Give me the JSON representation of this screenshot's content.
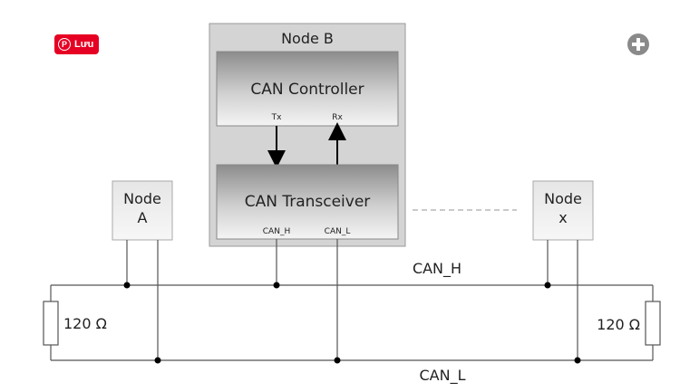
{
  "overlay": {
    "pin_label": "Lưu",
    "zoom_icon": "zoom-in-icon",
    "pin_color": "#e60023"
  },
  "diagram": {
    "node_b_title": "Node B",
    "controller_label": "CAN Controller",
    "tx_label": "Tx",
    "rx_label": "Rx",
    "transceiver_label": "CAN Transceiver",
    "canh_pin_label": "CAN_H",
    "canl_pin_label": "CAN_L",
    "node_a_line1": "Node",
    "node_a_line2": "A",
    "node_x_line1": "Node",
    "node_x_line2": "x",
    "bus_h_label": "CAN_H",
    "bus_l_label": "CAN_L",
    "resistor_left_label": "120 Ω",
    "resistor_right_label": "120 Ω"
  }
}
